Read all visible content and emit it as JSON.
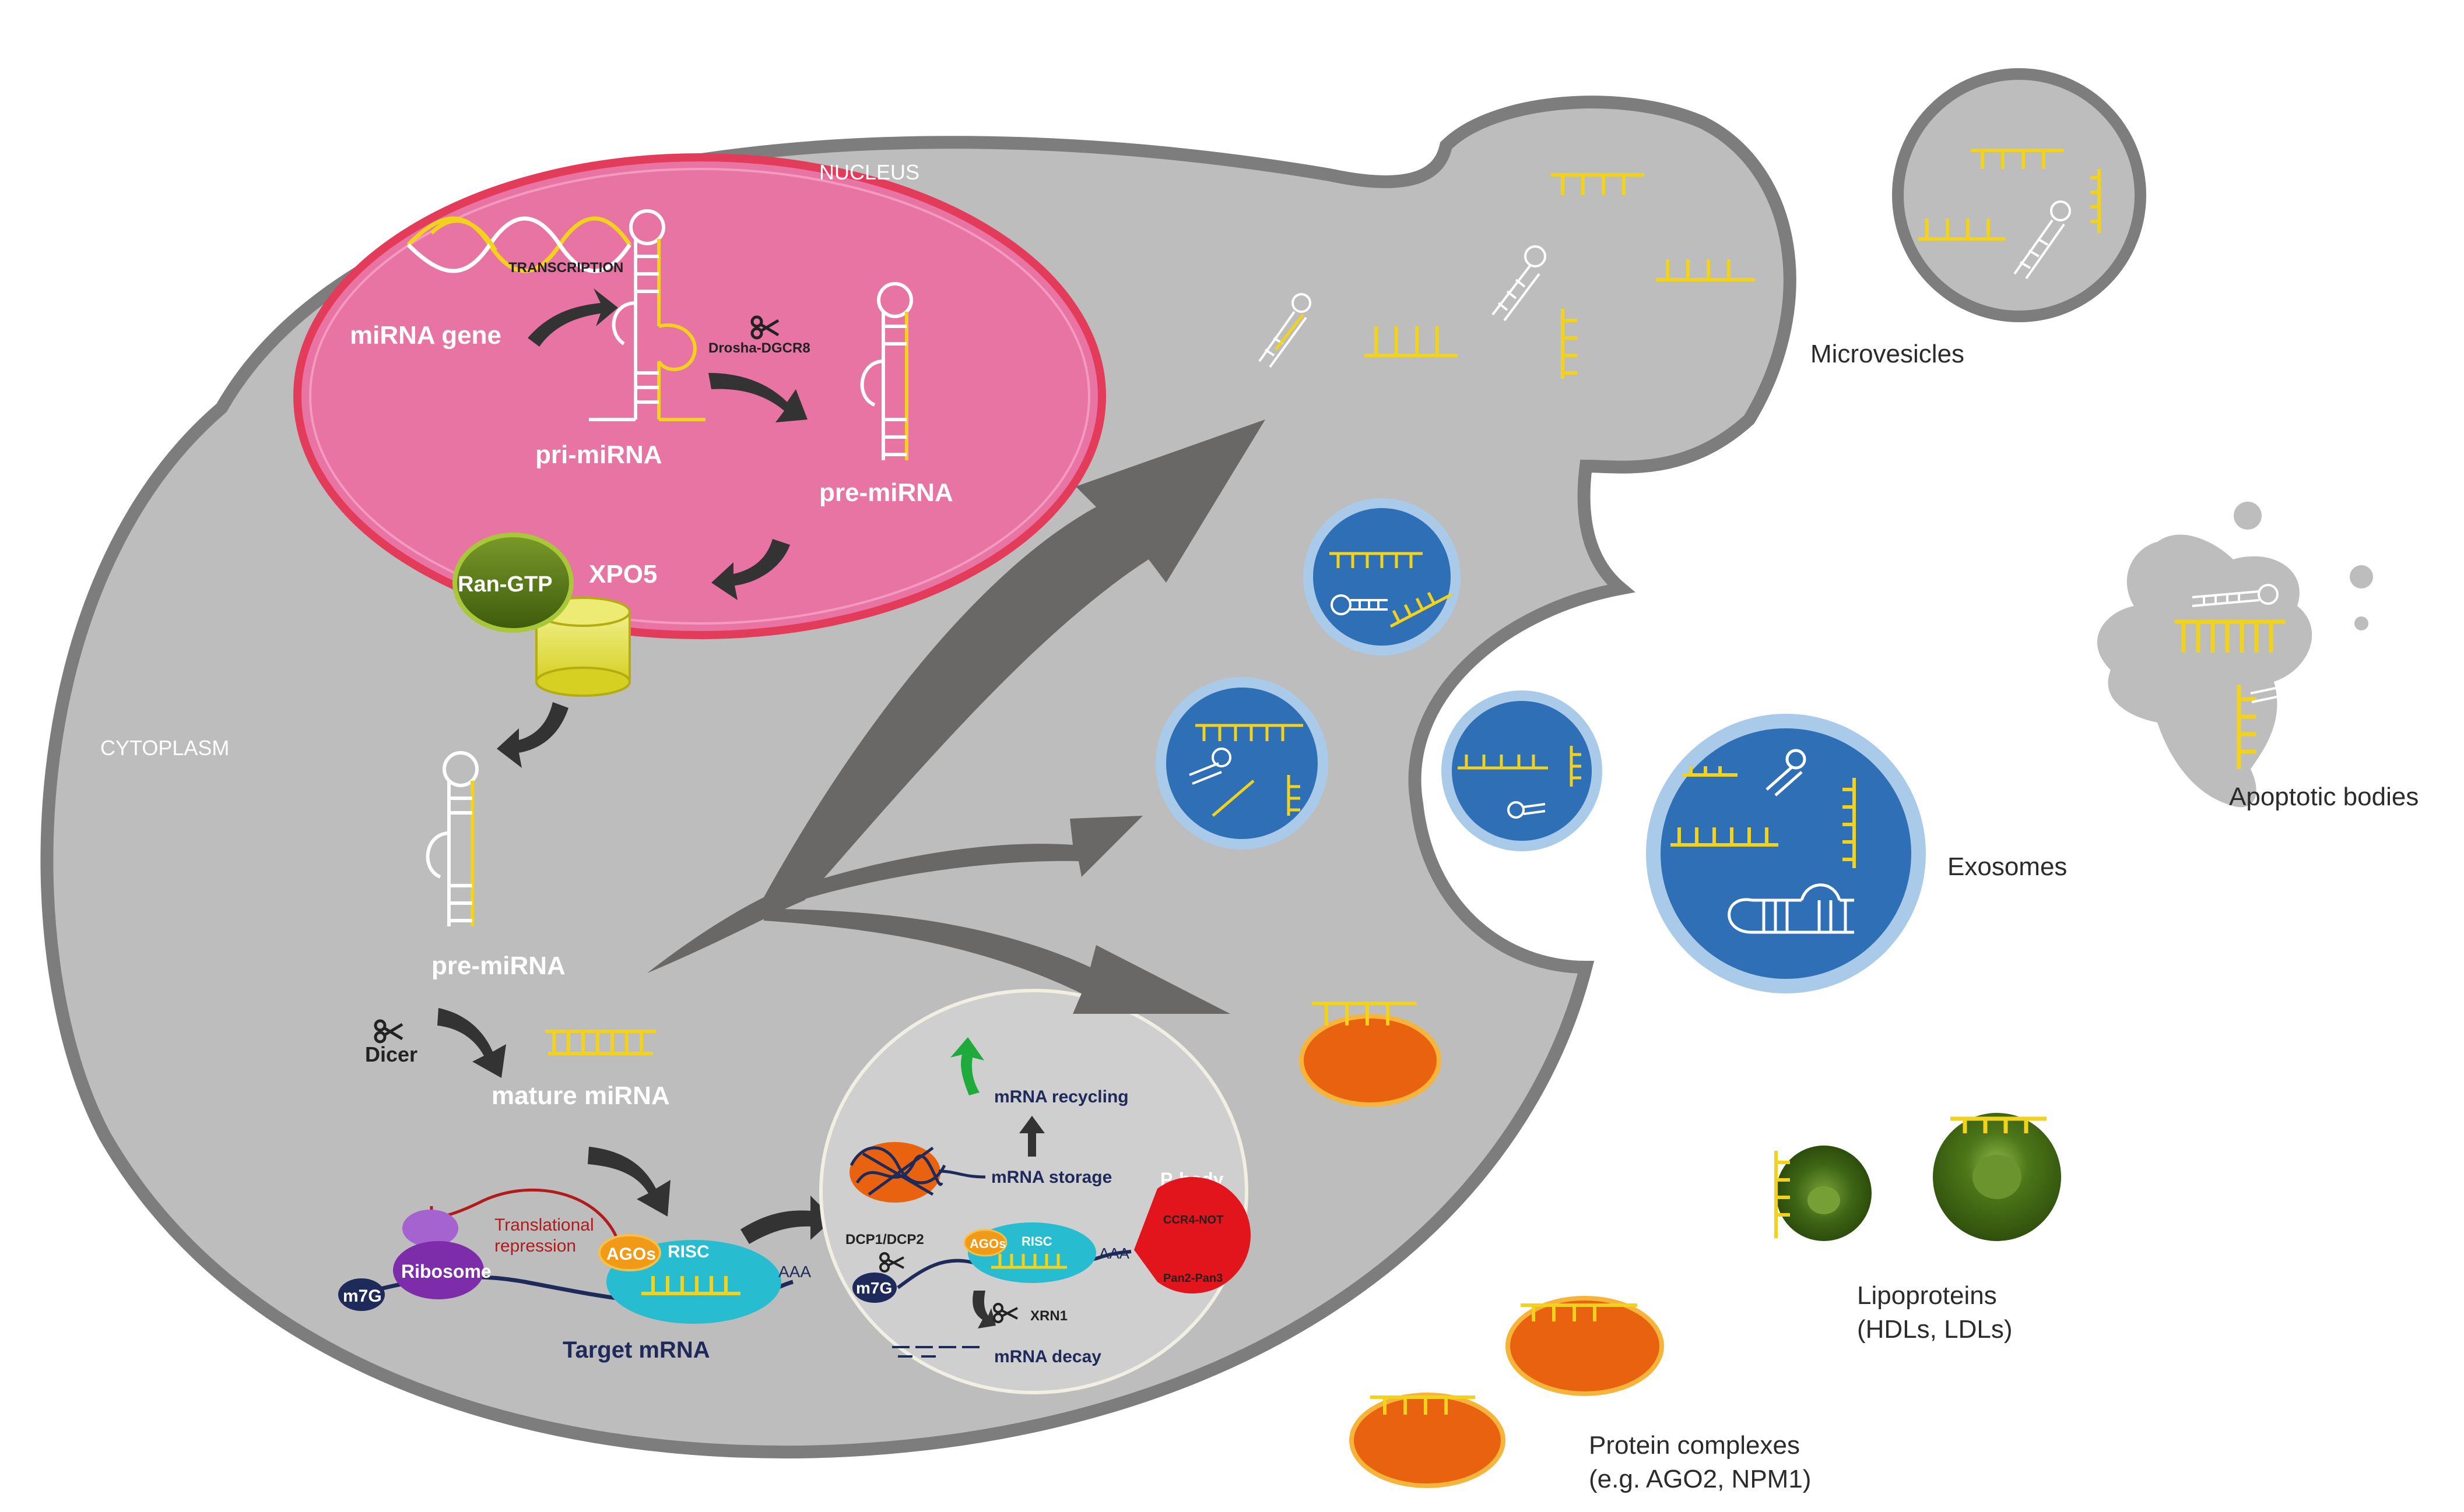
{
  "labels": {
    "nucleus": "NUCLEUS",
    "cytoplasm": "CYTOPLASM",
    "transcription": "TRANSCRIPTION",
    "mirna_gene": "miRNA gene",
    "pri_mirna": "pri-miRNA",
    "drosha": "Drosha-DGCR8",
    "pre_mirna_nucleus": "pre-miRNA",
    "ran_gtp": "Ran-GTP",
    "xpo5": "XPO5",
    "pre_mirna_cyto": "pre-miRNA",
    "dicer": "Dicer",
    "mature_mirna": "mature miRNA",
    "translational_repression_1": "Translational",
    "translational_repression_2": "repression",
    "ribosome": "Ribosome",
    "m7g_1": "m7G",
    "agos_1": "AGOs",
    "risc_1": "RISC",
    "aaa_1": "AAA",
    "target_mrna": "Target mRNA",
    "mrna_recycling": "mRNA recycling",
    "mrna_storage": "mRNA storage",
    "p_body": "P-body",
    "dcp": "DCP1/DCP2",
    "agos_2": "AGOs",
    "risc_2": "RISC",
    "aaa_2": "AAA",
    "ccr4": "CCR4-NOT",
    "pan": "Pan2-Pan3",
    "m7g_2": "m7G",
    "xrn1": "XRN1",
    "mrna_decay": "mRNA decay",
    "microvesicles": "Microvesicles",
    "exosomes": "Exosomes",
    "apoptotic": "Apoptotic bodies",
    "lipoproteins_1": "Lipoproteins",
    "lipoproteins_2": "(HDLs, LDLs)",
    "protein_1": "Protein complexes",
    "protein_2": "(e.g. AGO2, NPM1)"
  },
  "icons": [
    "scissors-icon",
    "dna-helix-icon",
    "hairpin-rna-icon",
    "mature-mirna-icon",
    "recycle-arrow-icon"
  ],
  "colors": {
    "cell": "#bdbdbd",
    "cell_border": "#7d7d7d",
    "nucleus": "#e874a4",
    "nucleus_border": "#e33c5b",
    "mirna_yellow": "#f2d21b",
    "exosome_blue": "#2f6fb5",
    "exosome_ring": "#a9cbe9",
    "protein_orange": "#e8620f",
    "ran_green": "#4f6e12",
    "xpo5_yellow": "#e7e35a",
    "risc_cyan": "#27bcd0",
    "agos_orange": "#f09a17",
    "ribosome_purple": "#8a3fb5",
    "m7g_navy": "#1d2a5a",
    "ccr4_red": "#e2141c",
    "lipo_green": "#3e6514",
    "arrow_gray": "#6a6767"
  }
}
